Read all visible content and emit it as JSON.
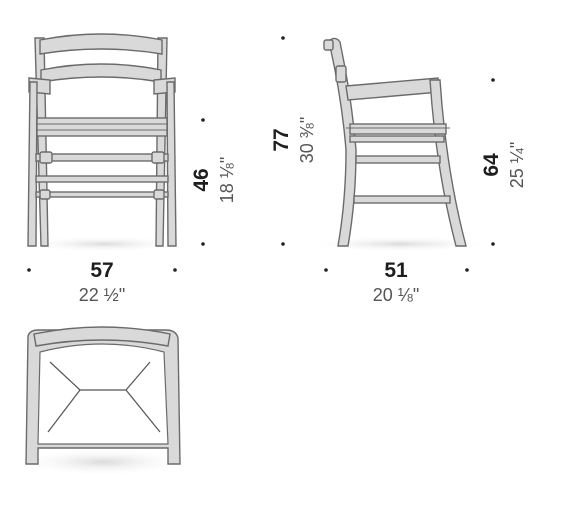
{
  "front_view": {
    "width_cm": "57",
    "width_in": "22 ½\"",
    "seat_height_cm": "46",
    "seat_height_in": "18 ⅛\""
  },
  "side_view": {
    "height_cm": "77",
    "height_in": "30 ⅜\"",
    "armrest_height_cm": "64",
    "armrest_height_in": "25 ¼\"",
    "depth_cm": "51",
    "depth_in": "20 ⅛\""
  },
  "colors": {
    "wood_fill": "#d9d9d9",
    "outline": "#6b6b6b",
    "text_strong": "#1e1e1e",
    "text_light": "#555555"
  }
}
